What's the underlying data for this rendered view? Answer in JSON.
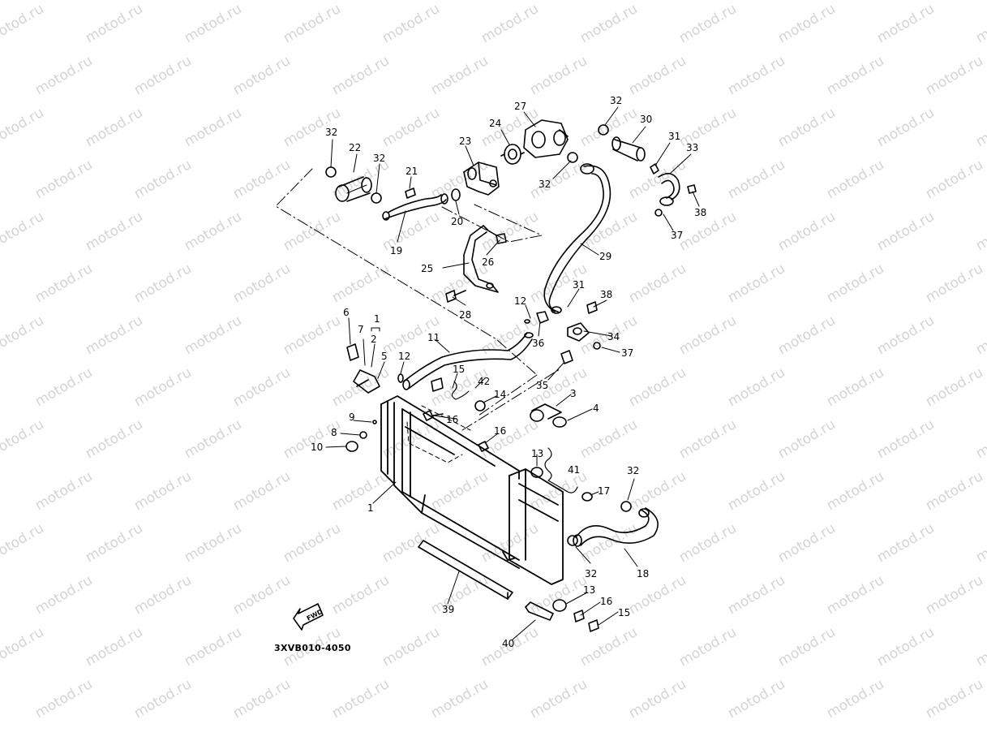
{
  "diagram": {
    "reference_code": "3XVB010-4050",
    "fwd_marker": "FWD",
    "watermark": "motod.ru",
    "labels": [
      {
        "id": "p1",
        "text": "1"
      },
      {
        "id": "p1b",
        "text": "1"
      },
      {
        "id": "p2",
        "text": "2"
      },
      {
        "id": "p3",
        "text": "3"
      },
      {
        "id": "p4",
        "text": "4"
      },
      {
        "id": "p5",
        "text": "5"
      },
      {
        "id": "p6",
        "text": "6"
      },
      {
        "id": "p7",
        "text": "7"
      },
      {
        "id": "p8",
        "text": "8"
      },
      {
        "id": "p9",
        "text": "9"
      },
      {
        "id": "p10",
        "text": "10"
      },
      {
        "id": "p11",
        "text": "11"
      },
      {
        "id": "p12a",
        "text": "12"
      },
      {
        "id": "p12b",
        "text": "12"
      },
      {
        "id": "p13a",
        "text": "13"
      },
      {
        "id": "p13b",
        "text": "13"
      },
      {
        "id": "p14",
        "text": "14"
      },
      {
        "id": "p15a",
        "text": "15"
      },
      {
        "id": "p15b",
        "text": "15"
      },
      {
        "id": "p16a",
        "text": "16"
      },
      {
        "id": "p16b",
        "text": "16"
      },
      {
        "id": "p16c",
        "text": "16"
      },
      {
        "id": "p17",
        "text": "17"
      },
      {
        "id": "p18",
        "text": "18"
      },
      {
        "id": "p19",
        "text": "19"
      },
      {
        "id": "p20",
        "text": "20"
      },
      {
        "id": "p21",
        "text": "21"
      },
      {
        "id": "p22",
        "text": "22"
      },
      {
        "id": "p23",
        "text": "23"
      },
      {
        "id": "p24",
        "text": "24"
      },
      {
        "id": "p25",
        "text": "25"
      },
      {
        "id": "p26",
        "text": "26"
      },
      {
        "id": "p27",
        "text": "27"
      },
      {
        "id": "p28",
        "text": "28"
      },
      {
        "id": "p29",
        "text": "29"
      },
      {
        "id": "p30",
        "text": "30"
      },
      {
        "id": "p31a",
        "text": "31"
      },
      {
        "id": "p31b",
        "text": "31"
      },
      {
        "id": "p32a",
        "text": "32"
      },
      {
        "id": "p32b",
        "text": "32"
      },
      {
        "id": "p32c",
        "text": "32"
      },
      {
        "id": "p32d",
        "text": "32"
      },
      {
        "id": "p32e",
        "text": "32"
      },
      {
        "id": "p32f",
        "text": "32"
      },
      {
        "id": "p33",
        "text": "33"
      },
      {
        "id": "p34",
        "text": "34"
      },
      {
        "id": "p35",
        "text": "35"
      },
      {
        "id": "p36",
        "text": "36"
      },
      {
        "id": "p37a",
        "text": "37"
      },
      {
        "id": "p37b",
        "text": "37"
      },
      {
        "id": "p38a",
        "text": "38"
      },
      {
        "id": "p38b",
        "text": "38"
      },
      {
        "id": "p39",
        "text": "39"
      },
      {
        "id": "p40",
        "text": "40"
      },
      {
        "id": "p41",
        "text": "41"
      },
      {
        "id": "p42",
        "text": "42"
      }
    ]
  }
}
